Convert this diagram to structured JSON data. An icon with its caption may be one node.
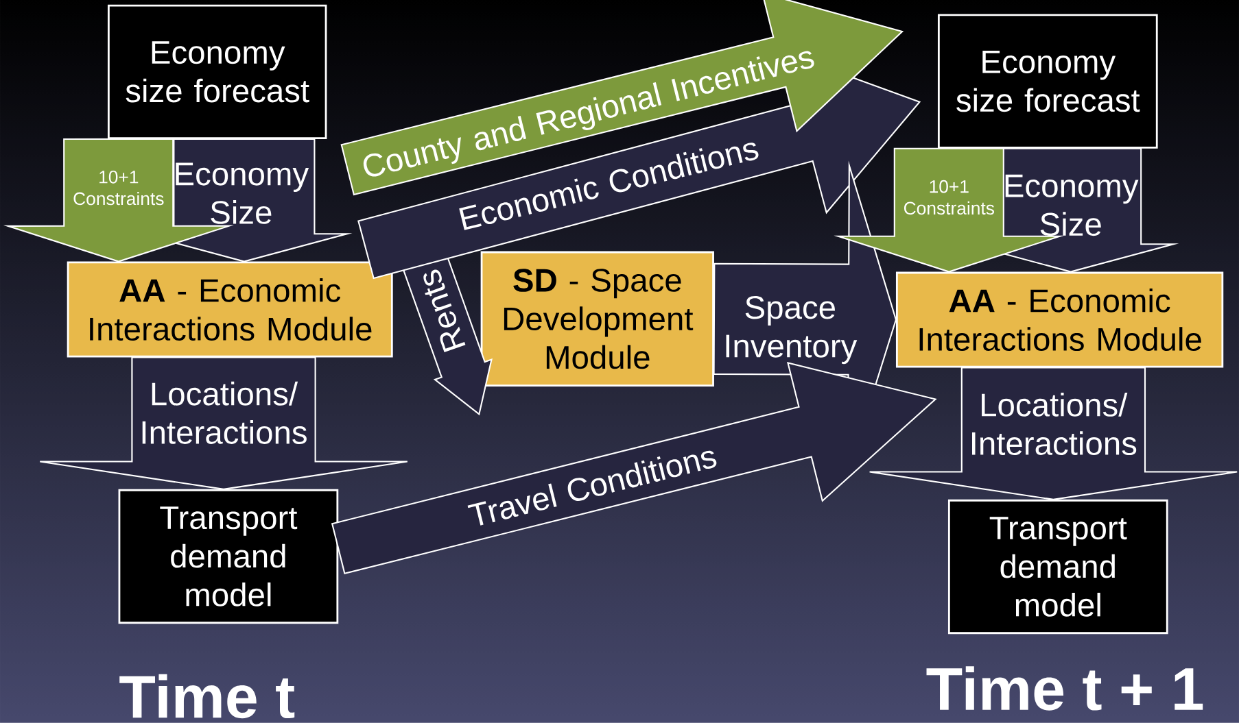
{
  "diagram": {
    "nodes": [
      {
        "text": [
          "Economy size forecast"
        ]
      },
      {
        "text": [
          "**AA** - Economic Interactions Module"
        ]
      },
      {
        "text": [
          "Transport demand model"
        ]
      },
      {
        "text": [
          "**SD** - Space Development Module"
        ]
      },
      {
        "text": [
          "Economy size forecast"
        ]
      },
      {
        "text": [
          "**AA** - Economic Interactions Module"
        ]
      },
      {
        "text": [
          "Transport demand model"
        ]
      }
    ],
    "edges": [
      {
        "from": 0,
        "to": 1,
        "arrow": "to",
        "label": "Economy Size"
      },
      {
        "from": 0,
        "to": 1,
        "arrow": "to",
        "label": "10+1 Constraints",
        "color": "#7d9a3c"
      },
      {
        "from": 1,
        "to": 2,
        "arrow": "to",
        "label": "Locations/ Interactions"
      },
      {
        "from": 1,
        "to": 3,
        "arrow": "to",
        "label": "Rents"
      },
      {
        "from": 1,
        "to": 4,
        "arrow": "to",
        "label": "Economic Conditions"
      },
      {
        "from": null,
        "to": 4,
        "arrow": "to",
        "label": "County and Regional Incentives",
        "color": "#7d9a3c"
      },
      {
        "from": 3,
        "to": 5,
        "arrow": "to",
        "label": "Space Inventory"
      },
      {
        "from": 2,
        "to": 5,
        "arrow": "to",
        "label": "Travel Conditions"
      },
      {
        "from": 4,
        "to": 5,
        "arrow": "to",
        "label": "Economy Size"
      },
      {
        "from": 4,
        "to": 5,
        "arrow": "to",
        "label": "10+1 Constraints",
        "color": "#7d9a3c"
      },
      {
        "from": 5,
        "to": 6,
        "arrow": "to",
        "label": "Locations/ Interactions"
      }
    ],
    "labels": [
      "Time t",
      "Time t + 1"
    ]
  }
}
